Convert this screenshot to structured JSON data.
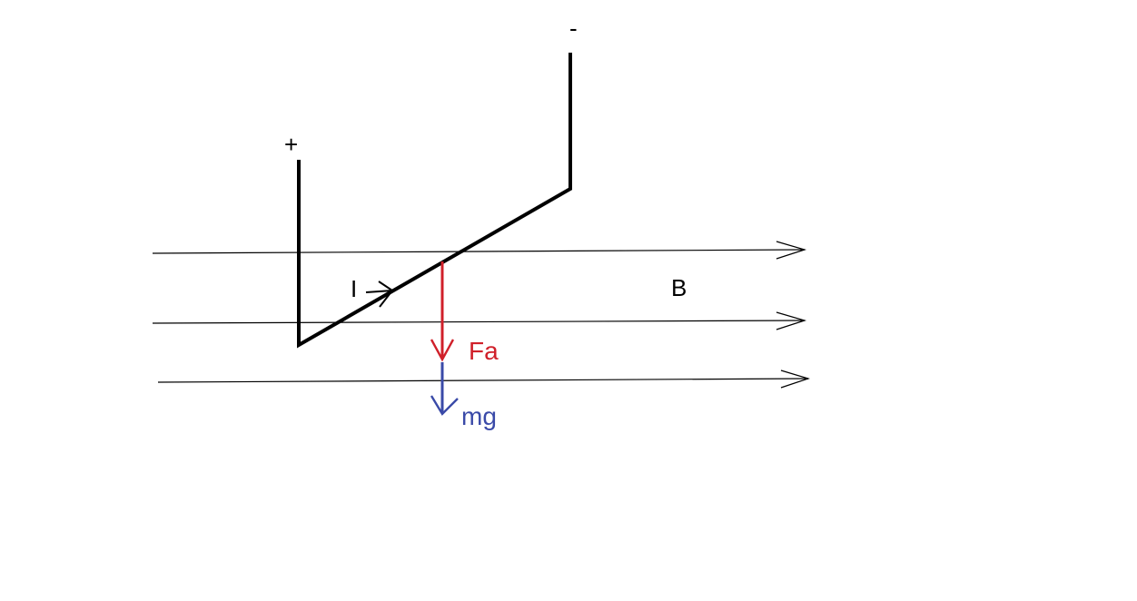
{
  "labels": {
    "plus": "+",
    "minus": "-",
    "current": "I",
    "field": "B",
    "ampere_force": "Fa",
    "weight": "mg"
  },
  "colors": {
    "background": "#ffffff",
    "wire": "#000000",
    "field_lines": "#000000",
    "ampere_force": "#d0202a",
    "weight": "#3a4aa8"
  }
}
